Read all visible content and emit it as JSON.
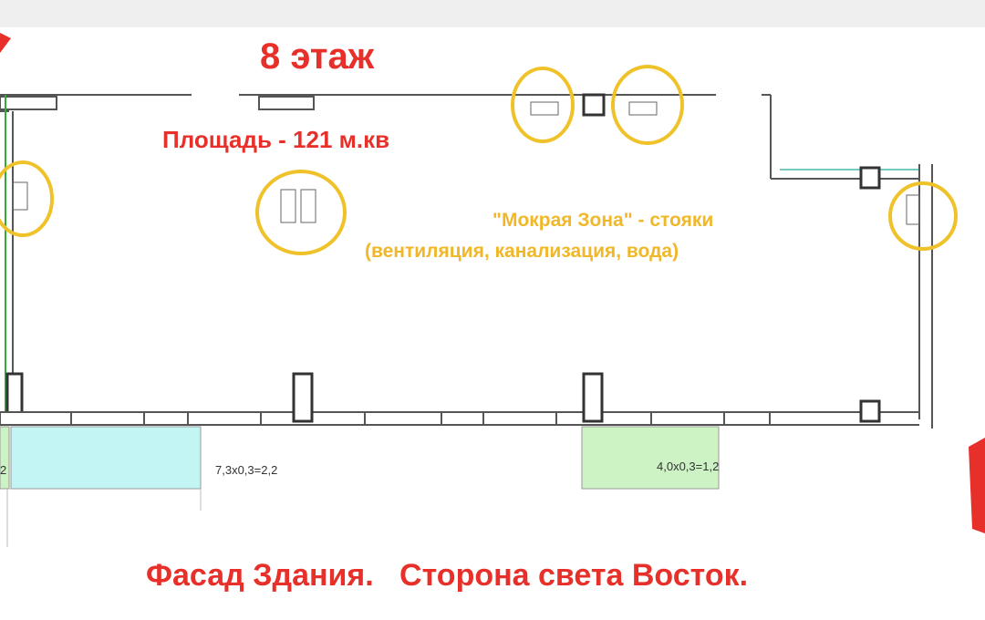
{
  "title": "8 этаж",
  "area": "Площадь - 121 м.кв",
  "wet_zone": {
    "line1": "\"Мокрая Зона\" - стояки",
    "line2": "(вентиляция, канализация, вода)"
  },
  "balconies": [
    {
      "label": "7,3х0,3=2,2",
      "color": "#c4f5f5"
    },
    {
      "label": "4,0х0,3=1,2",
      "color": "#cdf2c4"
    },
    {
      "label": "2",
      "color": "#cdf2c4"
    }
  ],
  "facade": "Фасад Здания.   Сторона света Восток.",
  "colors": {
    "accent_red": "#e8302a",
    "marker_yellow": "#f0c22a"
  }
}
